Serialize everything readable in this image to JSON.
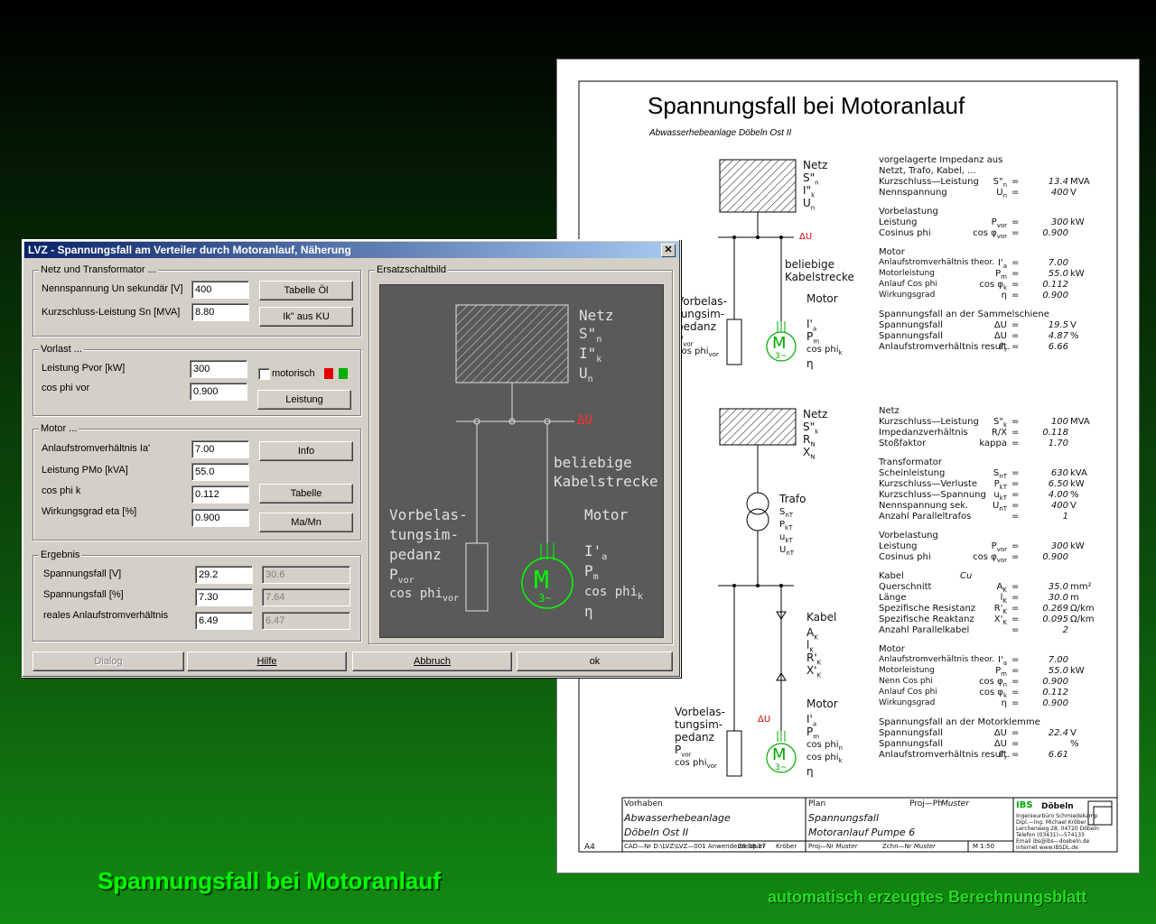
{
  "sheet": {
    "title": "Spannungsfall bei Motoranlauf",
    "subtitle": "Abwasserhebeanlage Döbeln Ost II",
    "diagram1": {
      "netz": "Netz",
      "s": "S\"",
      "s_sub": "n",
      "i": "I\"",
      "i_sub": "k",
      "u": "U",
      "u_sub": "n",
      "delta_u": "ΔU",
      "cable": "beliebige",
      "cable2": "Kabelstrecke",
      "vorlast1": "Vorbelas-",
      "vorlast2": "tungsim-",
      "vorlast3": "pedanz",
      "p_vor": "P",
      "p_vor_sub": "vor",
      "cos_vor": "cos phi",
      "cos_vor_sub": "vor",
      "motor": "Motor",
      "ia": "I'",
      "ia_sub": "a",
      "pm": "P",
      "pm_sub": "m",
      "cosk": "cos phi",
      "cosk_sub": "k",
      "eta": "η",
      "m": "M",
      "m3": "3~"
    },
    "block1": {
      "h1": "vorgelagerte Impedanz aus",
      "h1b": "Netzt, Trafo, Kabel, ...",
      "rows1": [
        {
          "label": "Kurzschluss—Leistung",
          "sym": "S\"",
          "sub": "n",
          "eq": "=",
          "val": "13.4",
          "unit": "MVA"
        },
        {
          "label": "Nennspannung",
          "sym": "U",
          "sub": "n",
          "eq": "=",
          "val": "400",
          "unit": "V"
        }
      ],
      "h2": "Vorbelastung",
      "rows2": [
        {
          "label": "Leistung",
          "sym": "P",
          "sub": "vor",
          "eq": "=",
          "val": "300",
          "unit": "kW"
        },
        {
          "label": "Cosinus phi",
          "sym": "cos φ",
          "sub": "vor",
          "eq": "=",
          "val": "0.900",
          "unit": ""
        }
      ],
      "h3": "Motor",
      "rows3": [
        {
          "label": "Anlaufstromverhältnis theor.",
          "sym": "I'",
          "sub": "a",
          "eq": "=",
          "val": "7.00",
          "unit": ""
        },
        {
          "label": "Motorleistung",
          "sym": "P",
          "sub": "m",
          "eq": "=",
          "val": "55.0",
          "unit": "kW"
        },
        {
          "label": "Anlauf Cos phi",
          "sym": "cos φ",
          "sub": "k",
          "eq": "=",
          "val": "0.112",
          "unit": ""
        },
        {
          "label": "Wirkungsgrad",
          "sym": "η",
          "sub": "",
          "eq": "=",
          "val": "0.900",
          "unit": ""
        }
      ],
      "h4": "Spannungsfall an der Sammelschiene",
      "rows4": [
        {
          "label": "Spannungsfall",
          "sym": "ΔU",
          "sub": "",
          "eq": "=",
          "val": "19.5",
          "unit": "V"
        },
        {
          "label": "Spannungsfall",
          "sym": "ΔU",
          "sub": "",
          "eq": "=",
          "val": "4.87",
          "unit": "%"
        },
        {
          "label": "Anlaufstromverhältnis result.",
          "sym": "I'",
          "sub": "r",
          "eq": "=",
          "val": "6.66",
          "unit": ""
        }
      ]
    },
    "diagram2": {
      "netz": "Netz",
      "s": "S\"",
      "s_sub": "k",
      "r": "R",
      "r_sub": "N",
      "x": "X",
      "x_sub": "N",
      "trafo": "Trafo",
      "snt": "S",
      "snt_sub": "nT",
      "pkt": "P",
      "pkt_sub": "kT",
      "ukt": "u",
      "ukt_sub": "kT",
      "unt": "U",
      "unt_sub": "nT",
      "kabel": "Kabel",
      "ak": "A",
      "ak_sub": "K",
      "lk": "l",
      "lk_sub": "K",
      "rk": "R'",
      "rk_sub": "K",
      "xk": "X'",
      "xk_sub": "K",
      "delta_u": "ΔU",
      "vorlast1": "Vorbelas-",
      "vorlast2": "tungsim-",
      "vorlast3": "pedanz",
      "p_vor": "P",
      "p_vor_sub": "vor",
      "cos_vor": "cos phi",
      "cos_vor_sub": "vor",
      "motor": "Motor",
      "ia": "I'",
      "ia_sub": "a",
      "pm": "P",
      "pm_sub": "m",
      "cosn": "cos phi",
      "cosn_sub": "n",
      "cosk": "cos phi",
      "cosk_sub": "k",
      "eta": "η",
      "m": "M",
      "m3": "3~"
    },
    "block2": {
      "h1": "Netz",
      "rows1": [
        {
          "label": "Kurzschluss—Leistung",
          "sym": "S\"",
          "sub": "k",
          "eq": "=",
          "val": "100",
          "unit": "MVA"
        },
        {
          "label": "Impedanzverhältnis",
          "sym": "R/X",
          "sub": "",
          "eq": "=",
          "val": "0.118",
          "unit": ""
        },
        {
          "label": "Stoßfaktor",
          "sym": "kappa",
          "sub": "",
          "eq": "=",
          "val": "1.70",
          "unit": ""
        }
      ],
      "h2": "Transformator",
      "rows2": [
        {
          "label": "Scheinleistung",
          "sym": "S",
          "sub": "nT",
          "eq": "=",
          "val": "630",
          "unit": "kVA"
        },
        {
          "label": "Kurzschluss—Verluste",
          "sym": "P",
          "sub": "kT",
          "eq": "=",
          "val": "6.50",
          "unit": "kW"
        },
        {
          "label": "Kurzschluss—Spannung",
          "sym": "u",
          "sub": "kT",
          "eq": "=",
          "val": "4.00",
          "unit": "%"
        },
        {
          "label": "Nennspannung sek.",
          "sym": "U",
          "sub": "nT",
          "eq": "=",
          "val": "400",
          "unit": "V"
        },
        {
          "label": "Anzahl Paralleltrafos",
          "sym": "",
          "sub": "",
          "eq": "=",
          "val": "1",
          "unit": ""
        }
      ],
      "h3": "Vorbelastung",
      "rows3": [
        {
          "label": "Leistung",
          "sym": "P",
          "sub": "vor",
          "eq": "=",
          "val": "300",
          "unit": "kW"
        },
        {
          "label": "Cosinus phi",
          "sym": "cos φ",
          "sub": "vor",
          "eq": "=",
          "val": "0.900",
          "unit": ""
        }
      ],
      "h4": "Kabel",
      "h4_val": "Cu",
      "rows4": [
        {
          "label": "Querschnitt",
          "sym": "A",
          "sub": "K",
          "eq": "=",
          "val": "35.0",
          "unit": "mm²"
        },
        {
          "label": "Länge",
          "sym": "l",
          "sub": "K",
          "eq": "=",
          "val": "30.0",
          "unit": "m"
        },
        {
          "label": "Spezifische Resistanz",
          "sym": "R'",
          "sub": "K",
          "eq": "=",
          "val": "0.269",
          "unit": "Ω/km"
        },
        {
          "label": "Spezifische Reaktanz",
          "sym": "X'",
          "sub": "K",
          "eq": "=",
          "val": "0.095",
          "unit": "Ω/km"
        },
        {
          "label": "Anzahl Parallelkabel",
          "sym": "",
          "sub": "",
          "eq": "=",
          "val": "2",
          "unit": ""
        }
      ],
      "h5": "Motor",
      "rows5": [
        {
          "label": "Anlaufstromverhältnis theor.",
          "sym": "I'",
          "sub": "a",
          "eq": "=",
          "val": "7.00",
          "unit": ""
        },
        {
          "label": "Motorleistung",
          "sym": "P",
          "sub": "m",
          "eq": "=",
          "val": "55.0",
          "unit": "kW"
        },
        {
          "label": "Nenn Cos phi",
          "sym": "cos φ",
          "sub": "n",
          "eq": "=",
          "val": "0.900",
          "unit": ""
        },
        {
          "label": "Anlauf Cos phi",
          "sym": "cos φ",
          "sub": "k",
          "eq": "=",
          "val": "0.112",
          "unit": ""
        },
        {
          "label": "Wirkungsgrad",
          "sym": "η",
          "sub": "",
          "eq": "=",
          "val": "0.900",
          "unit": ""
        }
      ],
      "h6": "Spannungsfall an der Motorklemme",
      "rows6": [
        {
          "label": "Spannungsfall",
          "sym": "ΔU",
          "sub": "",
          "eq": "=",
          "val": "22.4",
          "unit": "V"
        },
        {
          "label": "Spannungsfall",
          "sym": "ΔU",
          "sub": "",
          "eq": "=",
          "val": "",
          "unit": "%"
        },
        {
          "label": "Anlaufstromverhältnis result.",
          "sym": "I'",
          "sub": "r",
          "eq": "=",
          "val": "6.61",
          "unit": ""
        }
      ]
    },
    "titleblock": {
      "vorhaben_label": "Vorhaben",
      "vorhaben1": "Abwasserhebeanlage",
      "vorhaben2": "Döbeln Ost II",
      "plan_label": "Plan",
      "plan1": "Spannungsfall",
      "plan2": "Motoranlauf Pumpe 6",
      "projph_label": "Proj—Ph",
      "projph_val": "Muster",
      "cad": "CAD—Nr D:\\LVZ\\LVZ—001 Anwenderbeispiel",
      "date": "26.08.17",
      "author": "Kröber",
      "projnr_label": "Proj—Nr",
      "projnr_val": "Muster",
      "zeichn_label": "Zchn—Nr",
      "zeichn_val": "Muster",
      "scale": "M 1:50",
      "format": "A4",
      "company": "IBS",
      "company_city": "Döbeln",
      "company_lines": [
        "Ingenieurbüro Schmiedekamp",
        "Dipl.—Ing. Michael Kröber",
        "Lerchenweg 28, 04720 Döbeln",
        "Telefon (03431)—574133",
        "Email ibs@ibs—doebeln.de",
        "Internet www.IBSDL.de"
      ]
    }
  },
  "dialog": {
    "title": "LVZ - Spannungsfall am Verteiler durch Motoranlauf, Näherung",
    "close": "✕",
    "netz": {
      "title": "Netz und Transformator ...",
      "un_label": "Nennspannung Un sekundär [V]",
      "un_value": "400",
      "sn_label": "Kurzschluss-Leistung Sn [MVA]",
      "sn_value": "8.80",
      "btn_tabelle": "Tabelle Öl",
      "btn_ik": "Ik\" aus KU"
    },
    "vorlast": {
      "title": "Vorlast ...",
      "p_label": "Leistung Pvor [kW]",
      "p_value": "300",
      "cos_label": "cos phi vor",
      "cos_value": "0.900",
      "motorisch": "motorisch",
      "btn_leistung": "Leistung"
    },
    "motor": {
      "title": "Motor ...",
      "ia_label": "Anlaufstromverhältnis Ia'",
      "ia_value": "7.00",
      "pm_label": "Leistung PMo [kVA]",
      "pm_value": "55.0",
      "cosk_label": "cos phi k",
      "cosk_value": "0.112",
      "eta_label": "Wirkungsgrad eta [%]",
      "eta_value": "0.900",
      "btn_info": "Info",
      "btn_tabelle": "Tabelle",
      "btn_mamn": "Ma/Mn"
    },
    "ergebnis": {
      "title": "Ergebnis",
      "sv_label": "Spannungsfall [V]",
      "sv_value": "29.2",
      "sv_prev": "30.6",
      "sp_label": "Spannungsfall [%]",
      "sp_value": "7.30",
      "sp_prev": "7.64",
      "ra_label": "reales Anlaufstromverhältnis",
      "ra_value": "6.49",
      "ra_prev": "6.47"
    },
    "ersatz": {
      "title": "Ersatzschaltbild",
      "netz": "Netz",
      "s": "S\"",
      "s_sub": "n",
      "i": "I\"",
      "i_sub": "k",
      "u": "U",
      "u_sub": "n",
      "delta_u": "ΔU",
      "cable1": "beliebige",
      "cable2": "Kabelstrecke",
      "vorlast1": "Vorbelas-",
      "vorlast2": "tungsim-",
      "vorlast3": "pedanz",
      "p_vor": "P",
      "p_vor_sub": "vor",
      "cos_vor": "cos phi",
      "cos_vor_sub": "vor",
      "motor": "Motor",
      "ia": "I'",
      "ia_sub": "a",
      "pm": "P",
      "pm_sub": "m",
      "cosk": "cos phi",
      "cosk_sub": "k",
      "eta": "η",
      "m": "M",
      "m3": "3~"
    },
    "buttons": {
      "dialog": "Dialog",
      "hilfe": "Hilfe",
      "abbruch": "Abbruch",
      "ok": "ok"
    }
  },
  "captions": {
    "left": "Spannungsfall bei Motoranlauf",
    "right": "automatisch erzeugtes Berechnungsblatt"
  },
  "colors": {
    "accent_green": "#00ff00",
    "dialog_bg": "#d4d0c8",
    "titlebar": "#0a246a",
    "schematic_bg": "#5a5a5a",
    "red": "#ff3030"
  }
}
